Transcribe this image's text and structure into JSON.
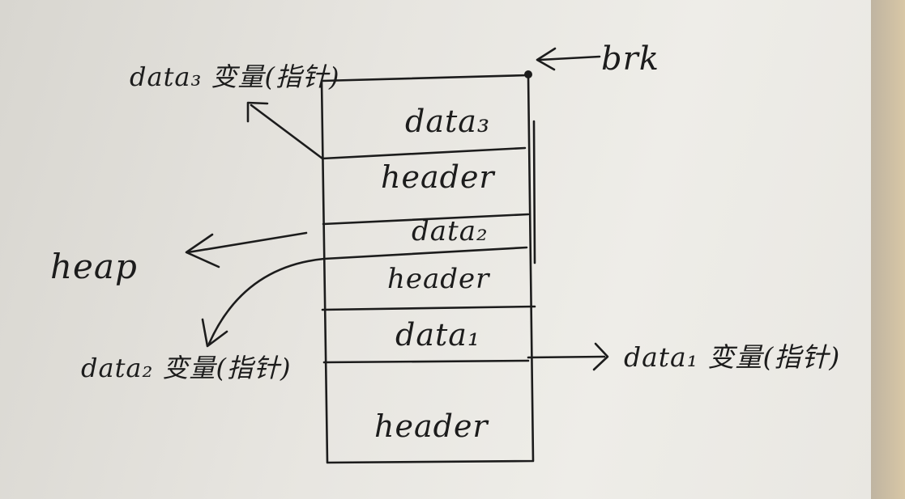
{
  "pointer_marker": "brk",
  "region_label": "heap",
  "memory_cells": [
    {
      "id": "data3",
      "label": "data₃"
    },
    {
      "id": "header3",
      "label": "header"
    },
    {
      "id": "data2",
      "label": "data₂"
    },
    {
      "id": "header2",
      "label": "header"
    },
    {
      "id": "data1",
      "label": "data₁"
    },
    {
      "id": "header1",
      "label": "header"
    }
  ],
  "pointer_labels": {
    "data3": "data₃ 变量(指针)",
    "data2": "data₂ 变量(指针)",
    "data1": "data₁ 变量(指针)"
  }
}
